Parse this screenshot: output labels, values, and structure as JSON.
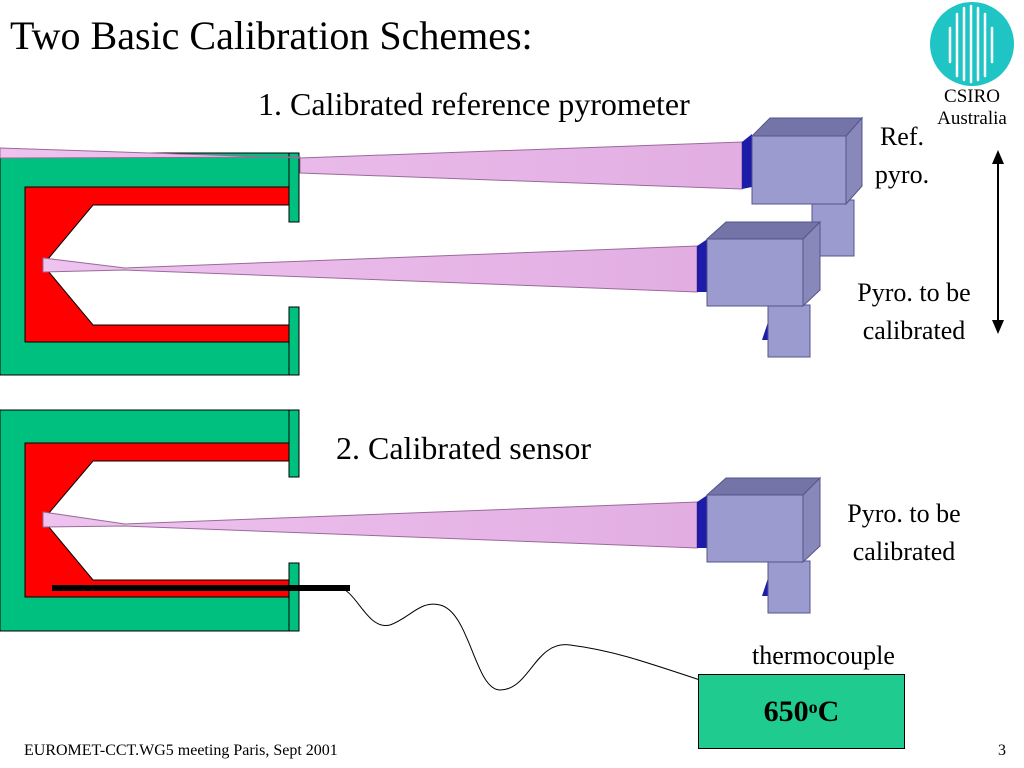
{
  "title": "Two Basic Calibration Schemes:",
  "scheme1": "1. Calibrated reference pyrometer",
  "scheme2": "2. Calibrated sensor",
  "labels": {
    "ref_line1": "Ref.",
    "ref_line2": "pyro.",
    "cal_line1": "Pyro. to be",
    "cal_line2": "calibrated",
    "thermocouple": "thermocouple"
  },
  "logo": {
    "line1": "CSIRO",
    "line2": "Australia"
  },
  "readout": {
    "value": "650 ",
    "unit_sup": "o",
    "unit": "C"
  },
  "footer": "EUROMET-CCT.WG5 meeting Paris, Sept 2001",
  "page_number": "3",
  "colors": {
    "furnace_outer": "#00c07f",
    "furnace_inner": "#ff0000",
    "beam": "#e6b8e6",
    "pyrometer_body": "#9b9bd0",
    "pyrometer_lens": "#1c1ca8",
    "logo": "#1fc4c4"
  }
}
